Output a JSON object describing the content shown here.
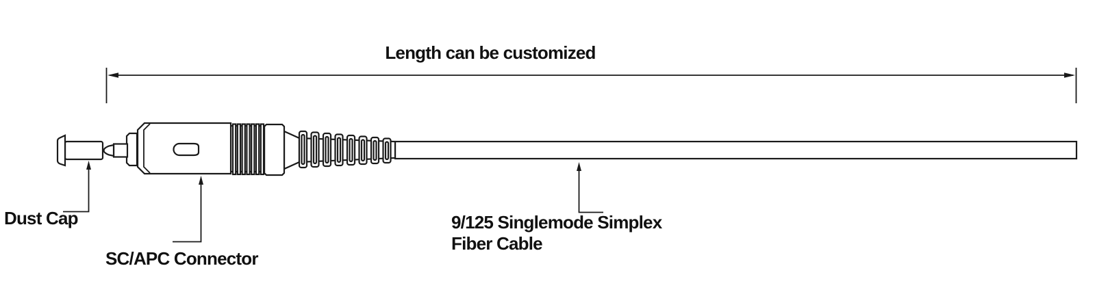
{
  "diagram": {
    "title": "Length can be customized",
    "labels": {
      "dust_cap": "Dust Cap",
      "connector": "SC/APC Connector",
      "cable_line1": "9/125 Singlemode Simplex",
      "cable_line2": "Fiber Cable"
    },
    "colors": {
      "line": "#1a1a1a",
      "text": "#111111",
      "background": "#ffffff"
    }
  }
}
